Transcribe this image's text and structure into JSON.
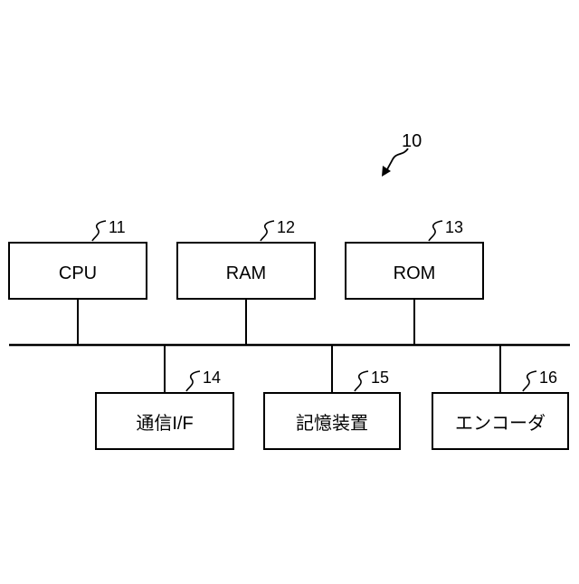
{
  "figure_ref": "10",
  "top_row": [
    {
      "id": "cpu",
      "label": "CPU",
      "ref": "11"
    },
    {
      "id": "ram",
      "label": "RAM",
      "ref": "12"
    },
    {
      "id": "rom",
      "label": "ROM",
      "ref": "13"
    }
  ],
  "bottom_row": [
    {
      "id": "comm-if",
      "label": "通信I/F",
      "ref": "14"
    },
    {
      "id": "storage",
      "label": "記憶装置",
      "ref": "15"
    },
    {
      "id": "encoder",
      "label": "エンコーダ",
      "ref": "16"
    }
  ]
}
